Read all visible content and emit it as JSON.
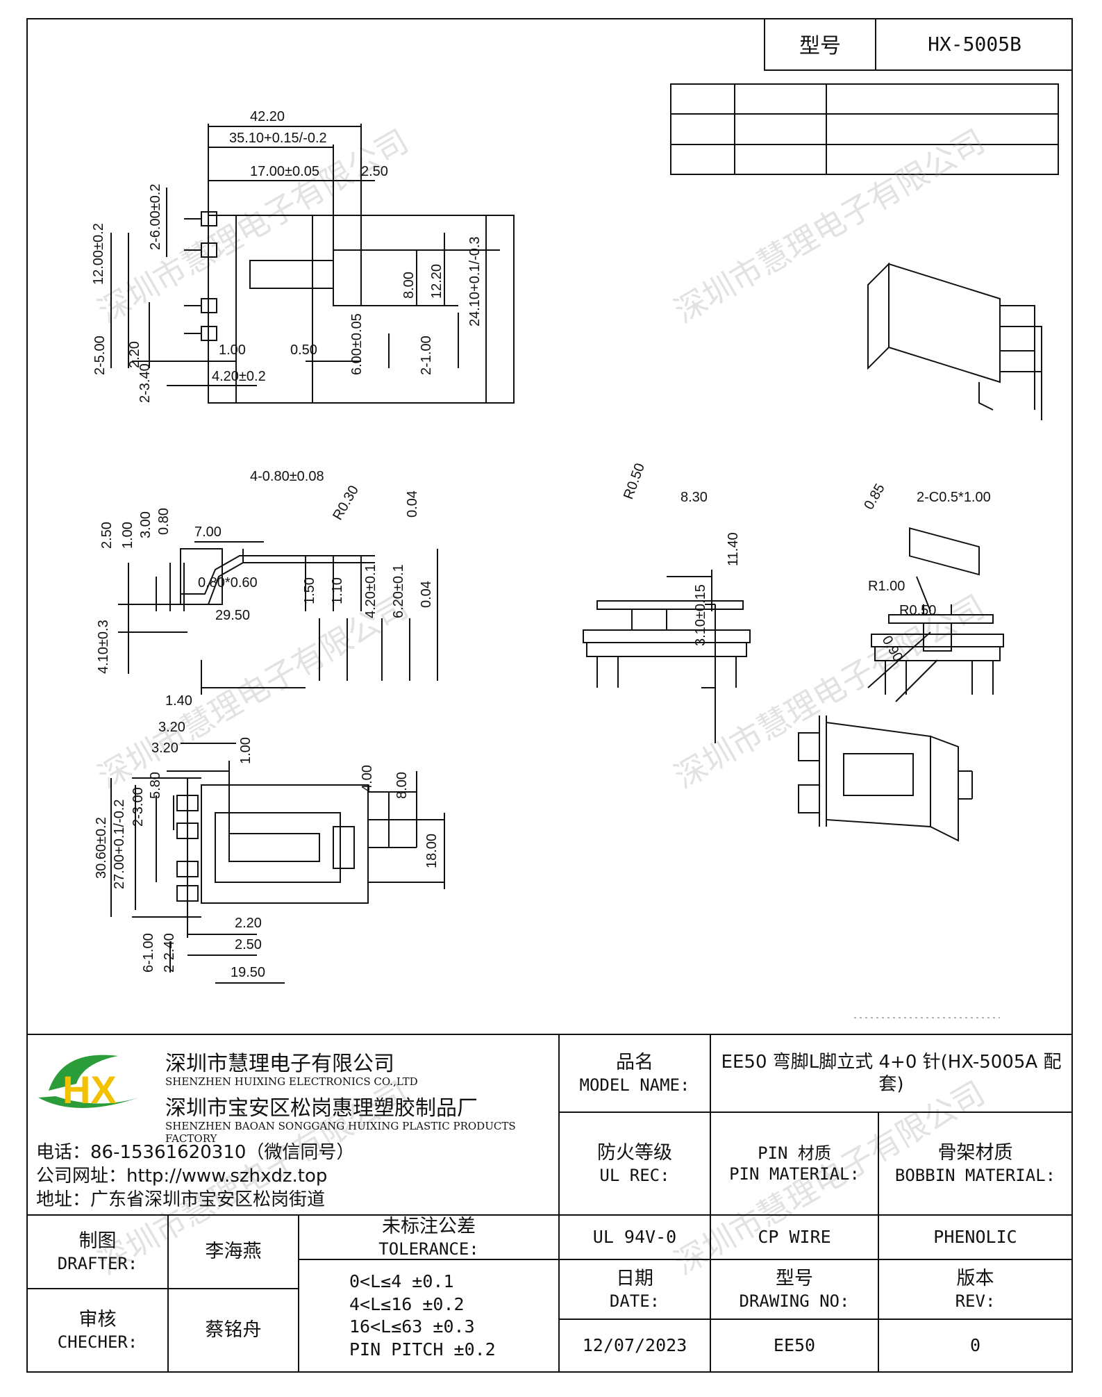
{
  "header": {
    "model_label": "型号",
    "model_value": "HX-5005B"
  },
  "dimensions": {
    "top_view": [
      "42.20",
      "35.10+0.15/-0.2",
      "17.00±0.05",
      "2.50",
      "2-6.00±0.2",
      "12.00±0.2",
      "8.00",
      "12.20",
      "24.10+0.1/-0.3",
      "2-5.00",
      "2.20",
      "2-3.40",
      "1.00",
      "0.50",
      "4.20±0.2",
      "6.00±0.05",
      "2-1.00"
    ],
    "side_view": [
      "7.00",
      "4-0.80±0.08",
      "R0.30",
      "2.50",
      "1.00",
      "3.00",
      "0.80",
      "0.04",
      "0.80*0.60",
      "29.50",
      "1.50",
      "1.10",
      "4.20±0.1",
      "6.20±0.1",
      "0.04",
      "4.10±0.3"
    ],
    "end_view": [
      "R0.50",
      "8.30",
      "11.40",
      "3.10±0.15"
    ],
    "detail_view": [
      "0.85",
      "2-C0.5*1.00",
      "R1.00",
      "R0.50",
      "0.90"
    ],
    "bottom_view": [
      "1.40",
      "3.20",
      "3.20",
      "1.00",
      "5.80",
      "2-3.00",
      "30.60±0.2",
      "27.00+0.1/-0.2",
      "4.00",
      "8.00",
      "18.00",
      "2.20",
      "2.50",
      "19.50",
      "6-1.00",
      "2-2.40"
    ]
  },
  "watermark": "深圳市慧理电子有限公司",
  "company": {
    "logo_text": "HX",
    "name_cn": "深圳市慧理电子有限公司",
    "name_en": "SHENZHEN HUIXING ELECTRONICS CO.,LTD",
    "factory_cn": "深圳市宝安区松岗惠理塑胶制品厂",
    "factory_en": "SHENZHEN BAOAN SONGGANG HUIXING PLASTIC PRODUCTS FACTORY",
    "phone": "电话：86-15361620310（微信同号）",
    "website": "公司网址：http://www.szhxdz.top",
    "address": "地址：广东省深圳市宝安区松岗街道"
  },
  "title_block": {
    "model_name_cn": "品名",
    "model_name_en": "MODEL NAME:",
    "model_name_value": "EE50 弯脚L脚立式 4+0 针(HX-5005A 配套)",
    "ul_cn": "防火等级",
    "ul_en": "UL REC:",
    "ul_value": "UL 94V-0",
    "pin_cn": "PIN 材质",
    "pin_en": "PIN MATERIAL:",
    "pin_value": "CP WIRE",
    "bobbin_cn": "骨架材质",
    "bobbin_en": "BOBBIN MATERIAL:",
    "bobbin_value": "PHENOLIC",
    "drafter_cn": "制图",
    "drafter_en": "DRAFTER:",
    "drafter_value": "李海燕",
    "checker_cn": "审核",
    "checker_en": "CHECHER:",
    "checker_value": "蔡铭舟",
    "tolerance_cn": "未标注公差",
    "tolerance_en": "TOLERANCE:",
    "tolerance_lines": [
      "0<L≤4   ±0.1",
      "4<L≤16  ±0.2",
      "16<L≤63 ±0.3",
      "PIN PITCH ±0.2"
    ],
    "date_cn": "日期",
    "date_en": "DATE:",
    "date_value": "12/07/2023",
    "drawing_no_cn": "型号",
    "drawing_no_en": "DRAWING NO:",
    "drawing_no_value": "EE50",
    "rev_cn": "版本",
    "rev_en": "REV:",
    "rev_value": "0"
  }
}
